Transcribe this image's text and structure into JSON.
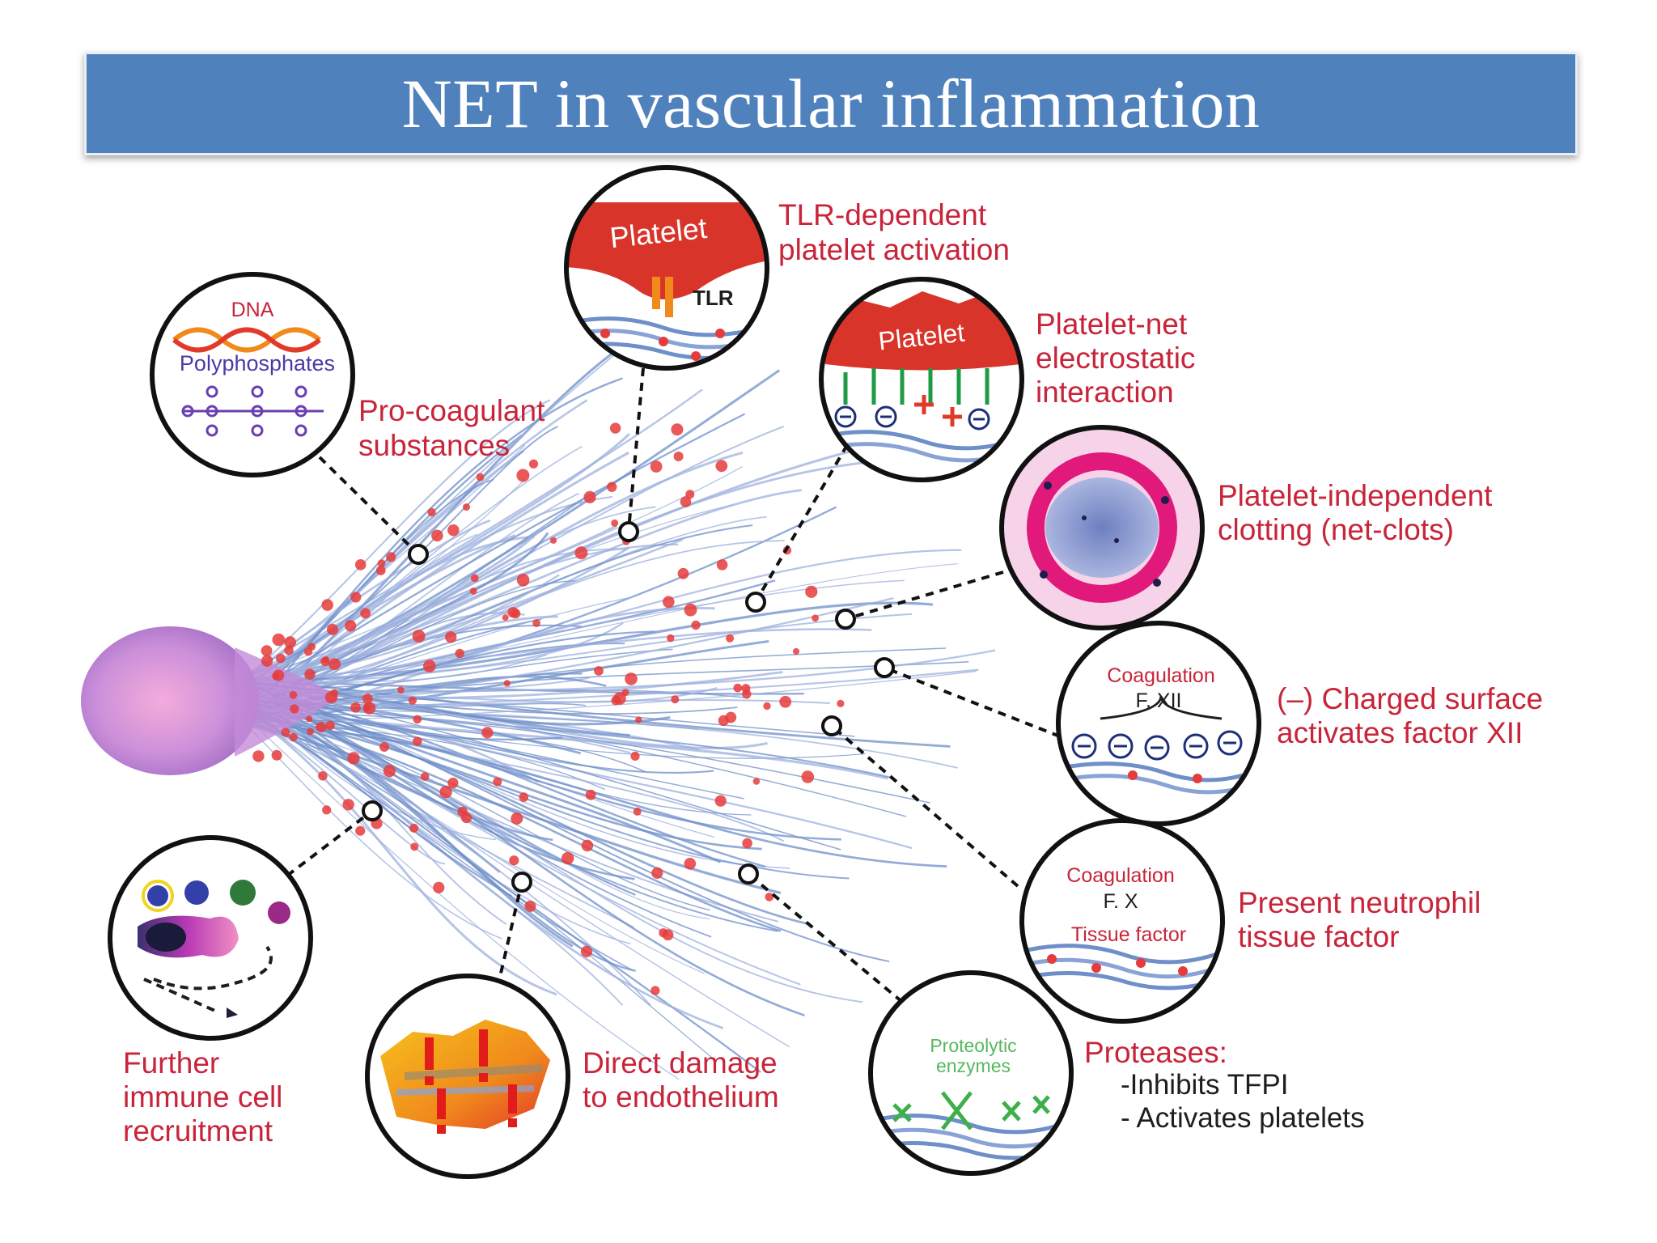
{
  "title": "NET in vascular inflammation",
  "colors": {
    "title_bar": "#4f81bd",
    "label_red": "#c8243a",
    "fiber_blue": "#6f8fc9",
    "neutrophil_purple": "#b77ad0",
    "platelet_red": "#e63b3b"
  },
  "callouts": {
    "procoag": {
      "label_lines": [
        "Pro-coagulant",
        "substances"
      ],
      "inset_dna": "DNA",
      "inset_polyphosphates": "Polyphosphates"
    },
    "tlr": {
      "label_lines": [
        "TLR-dependent",
        "platelet activation"
      ],
      "inset_platelet": "Platelet",
      "inset_tlr": "TLR"
    },
    "electrostatic": {
      "label_lines": [
        "Platelet-net",
        "electrostatic",
        "interaction"
      ],
      "inset_platelet": "Platelet"
    },
    "netclots": {
      "label_lines": [
        "Platelet-independent",
        "clotting (net-clots)"
      ]
    },
    "fxii": {
      "label_lines": [
        "(–) Charged surface",
        "activates factor XII"
      ],
      "inset_coagulation": "Coagulation",
      "inset_factor": "F. XII"
    },
    "tissue_factor": {
      "label_lines": [
        "Present neutrophil",
        "tissue factor"
      ],
      "inset_coagulation": "Coagulation",
      "inset_factor": "F. X",
      "inset_tissue_factor": "Tissue factor"
    },
    "immune": {
      "label_lines": [
        "Further",
        "immune cell",
        "recruitment"
      ]
    },
    "damage": {
      "label_lines": [
        "Direct damage",
        "to endothelium"
      ]
    },
    "proteases": {
      "label_title": "Proteases:",
      "label_items": [
        "-Inhibits TFPI",
        "- Activates platelets"
      ],
      "inset_text_lines": [
        "Proteolytic",
        "enzymes"
      ]
    }
  }
}
